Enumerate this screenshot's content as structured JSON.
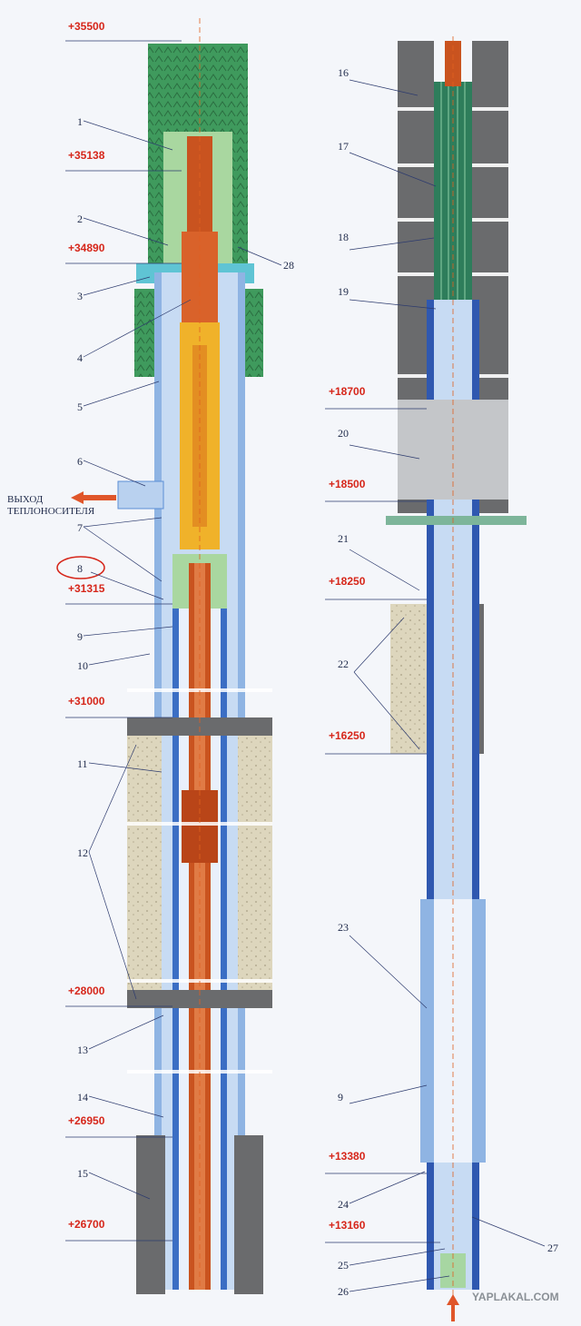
{
  "elevations_left": [
    "+35500",
    "+35138",
    "+34890",
    "+31315",
    "+31000",
    "+28000",
    "+26950",
    "+26700"
  ],
  "elevations_right": [
    "+18700",
    "+18500",
    "+18250",
    "+16250",
    "+13380",
    "+13160"
  ],
  "numbers_left": [
    "1",
    "2",
    "3",
    "4",
    "5",
    "6",
    "7",
    "8",
    "9",
    "10",
    "11",
    "12",
    "13",
    "14",
    "15",
    "28"
  ],
  "numbers_right": [
    "16",
    "17",
    "18",
    "19",
    "20",
    "21",
    "22",
    "23",
    "9",
    "24",
    "25",
    "26",
    "27"
  ],
  "outlet_label": [
    "ВЫХОД",
    "ТЕПЛОНОСИТЕЛЯ"
  ],
  "watermark": "YAPLAKAL.COM",
  "colors": {
    "line": "#2d3b6e",
    "elev": "#d6261a",
    "steel_blue": "#5b8ed6",
    "copper": "#c9531f",
    "green_block": "#3f9a5d",
    "gray_block": "#6a6b6d",
    "sand": "#ddd6bd",
    "yellow": "#f0b22a"
  }
}
